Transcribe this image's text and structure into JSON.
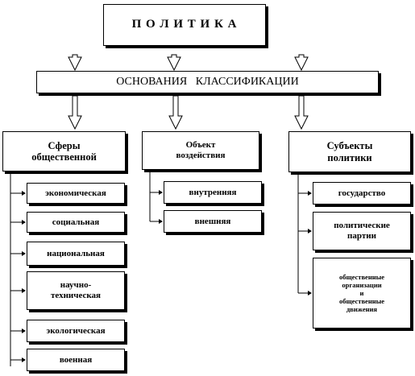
{
  "root": {
    "label": "П О Л И Т И К А"
  },
  "basis": {
    "label": "ОСНОВАНИЯ   КЛАССИФИКАЦИИ"
  },
  "columns": [
    {
      "header": [
        "Сферы",
        "общественной"
      ],
      "items": [
        {
          "lines": [
            "экономическая"
          ]
        },
        {
          "lines": [
            "социальная"
          ]
        },
        {
          "lines": [
            "национальная"
          ]
        },
        {
          "lines": [
            "научно-",
            "техническая"
          ]
        },
        {
          "lines": [
            "экологическая"
          ]
        },
        {
          "lines": [
            "военная"
          ]
        }
      ]
    },
    {
      "header": [
        "Объект",
        "воздействия"
      ],
      "items": [
        {
          "lines": [
            "внутренняя"
          ]
        },
        {
          "lines": [
            "внешняя"
          ]
        }
      ]
    },
    {
      "header": [
        "Субъекты",
        "политики"
      ],
      "items": [
        {
          "lines": [
            "государство"
          ]
        },
        {
          "lines": [
            "политические",
            "партии"
          ]
        },
        {
          "lines": [
            "общественные",
            "организации",
            "и",
            "общественные",
            "движения"
          ]
        }
      ]
    }
  ]
}
